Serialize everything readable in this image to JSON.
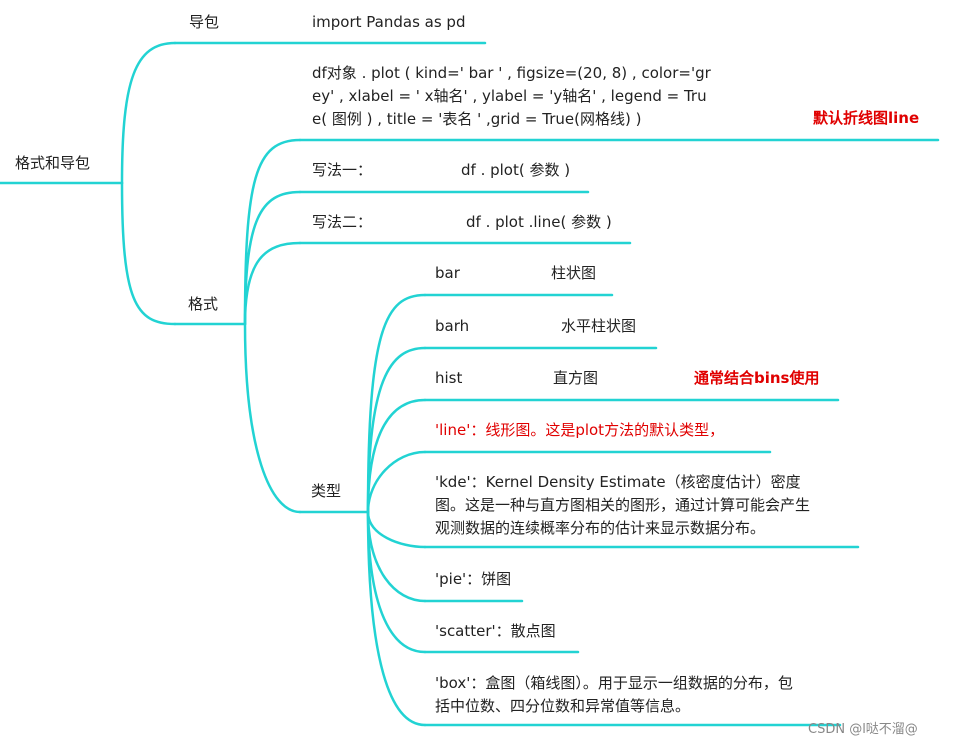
{
  "colors": {
    "line": "#22d3d3",
    "text": "#222222",
    "accent": "#e00000"
  },
  "root": {
    "label": "格式和导包"
  },
  "import": {
    "label": "导包",
    "code": "import Pandas as pd"
  },
  "format": {
    "label": "格式",
    "syntax_lines": [
      "df对象 . plot ( kind=' bar ' , figsize=(20, 8) , color='gr",
      "ey' , xlabel = ' x轴名' , ylabel = 'y轴名' , legend = Tru",
      "e( 图例 ) , title = '表名 ' ,grid = True(网格线) )"
    ],
    "default_note": "默认折线图line",
    "method1": {
      "label": "写法一：",
      "code": "df . plot( 参数 )"
    },
    "method2": {
      "label": "写法二：",
      "code": "df . plot .line( 参数 )"
    },
    "types": {
      "label": "类型",
      "items": [
        {
          "key": "bar",
          "desc": "柱状图"
        },
        {
          "key": "barh",
          "desc": "水平柱状图"
        },
        {
          "key": "hist",
          "desc": "直方图",
          "note": "通常结合bins使用"
        },
        {
          "text": "'line'：线形图。这是plot方法的默认类型，"
        },
        {
          "lines": [
            "'kde'：Kernel Density Estimate（核密度估计）密度",
            "图。这是一种与直方图相关的图形，通过计算可能会产生",
            "观测数据的连续概率分布的估计来显示数据分布。"
          ]
        },
        {
          "text": "'pie'：饼图"
        },
        {
          "text": "'scatter'：散点图"
        },
        {
          "lines": [
            "'box'：盒图（箱线图）。用于显示一组数据的分布，包",
            "括中位数、四分位数和异常值等信息。"
          ]
        }
      ]
    }
  },
  "watermark": "CSDN @l哒不溜@"
}
